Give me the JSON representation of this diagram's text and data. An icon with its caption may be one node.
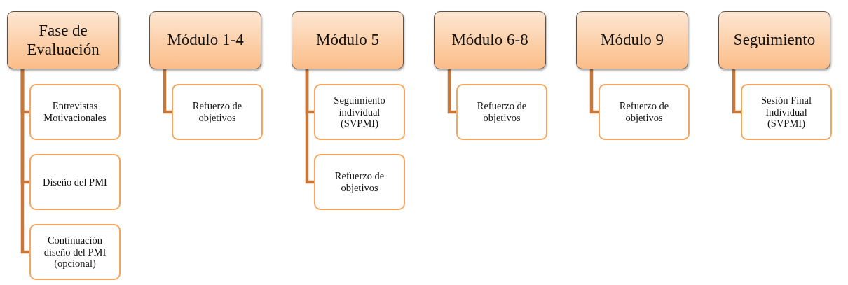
{
  "diagram": {
    "nodes": [
      {
        "text": [
          "Fase de Evaluación"
        ]
      },
      {
        "text": [
          "Entrevistas Motivacionales"
        ]
      },
      {
        "text": [
          "Diseño del PMI"
        ]
      },
      {
        "text": [
          "Continuación diseño del PMI (opcional)"
        ]
      },
      {
        "text": [
          "Módulo 1-4"
        ]
      },
      {
        "text": [
          "Refuerzo de objetivos"
        ]
      },
      {
        "text": [
          "Módulo 5"
        ]
      },
      {
        "text": [
          "Seguimiento individual (SVPMI)"
        ]
      },
      {
        "text": [
          "Refuerzo de objetivos"
        ]
      },
      {
        "text": [
          "Módulo 6-8"
        ]
      },
      {
        "text": [
          "Refuerzo de objetivos"
        ]
      },
      {
        "text": [
          "Módulo 9"
        ]
      },
      {
        "text": [
          "Refuerzo de objetivos"
        ]
      },
      {
        "text": [
          "Seguimiento"
        ]
      },
      {
        "text": [
          "Sesión Final Individual (SVPMI)"
        ]
      }
    ],
    "edges": [
      {
        "from": 0,
        "to": 1,
        "arrow": "none"
      },
      {
        "from": 0,
        "to": 2,
        "arrow": "none"
      },
      {
        "from": 0,
        "to": 3,
        "arrow": "none"
      },
      {
        "from": 4,
        "to": 5,
        "arrow": "none"
      },
      {
        "from": 6,
        "to": 7,
        "arrow": "none"
      },
      {
        "from": 6,
        "to": 8,
        "arrow": "none"
      },
      {
        "from": 9,
        "to": 10,
        "arrow": "none"
      },
      {
        "from": 11,
        "to": 12,
        "arrow": "none"
      },
      {
        "from": 13,
        "to": 14,
        "arrow": "none"
      }
    ]
  }
}
